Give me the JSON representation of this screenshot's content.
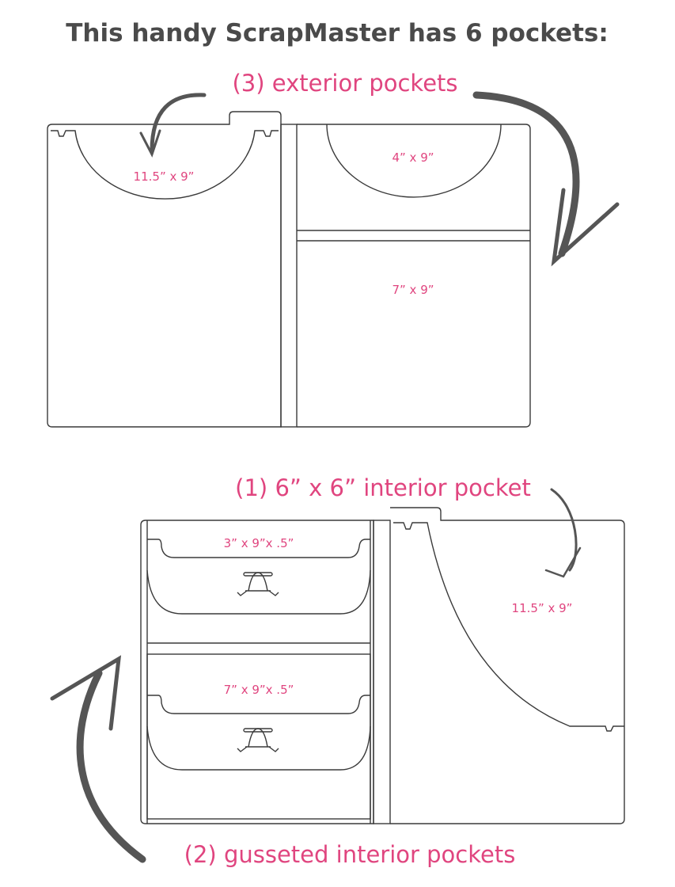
{
  "title": "This handy ScrapMaster has 6 pockets:",
  "exterior": {
    "caption": "(3) exterior pockets",
    "pockets": [
      "11.5” x 9”",
      "4” x 9”",
      "7” x 9”"
    ]
  },
  "interior": {
    "caption": "(1) 6” x 6” interior pocket",
    "pocket": "11.5” x 9”"
  },
  "gusseted": {
    "caption": "(2) gusseted interior pockets",
    "pockets": [
      "3” x 9”x .5”",
      "7” x 9”x .5”"
    ]
  },
  "colors": {
    "accent": "#e0457f",
    "ink": "#4a4a4a"
  }
}
